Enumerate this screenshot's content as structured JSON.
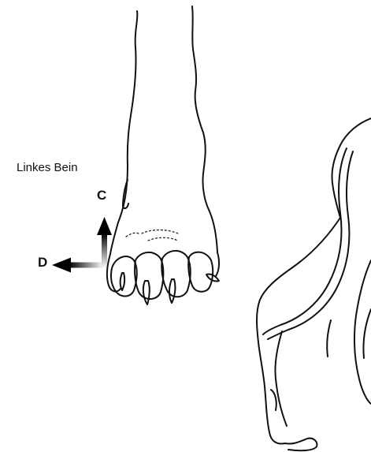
{
  "labels": {
    "leg": "Linkes Bein",
    "direction_c": "C",
    "direction_d": "D"
  },
  "colors": {
    "line": "#111111",
    "arrow": "#000000",
    "background": "#ffffff"
  },
  "icons": {
    "arrow_up": "arrow-up-icon",
    "arrow_left": "arrow-left-icon"
  }
}
